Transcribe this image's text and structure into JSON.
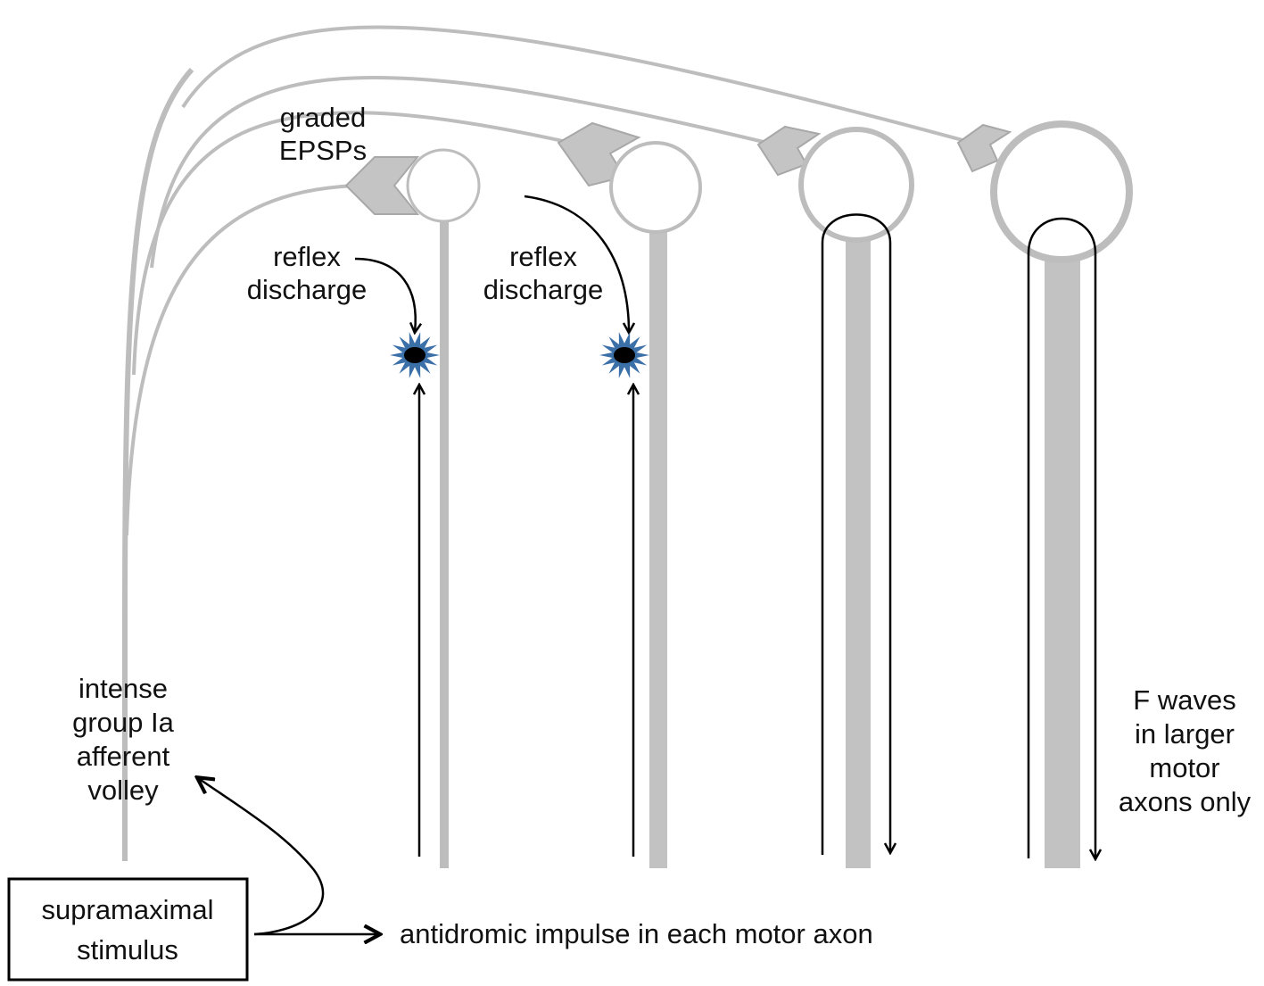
{
  "labels": {
    "graded_epsps_line1": "graded",
    "graded_epsps_line2": "EPSPs",
    "reflex_discharge_1_line1": "reflex",
    "reflex_discharge_1_line2": "discharge",
    "reflex_discharge_2_line1": "reflex",
    "reflex_discharge_2_line2": "discharge",
    "afferent_line1": "intense",
    "afferent_line2": "group Ia",
    "afferent_line3": "afferent",
    "afferent_line4": "volley",
    "f_waves_line1": "F waves",
    "f_waves_line2": "in larger",
    "f_waves_line3": "motor",
    "f_waves_line4": "axons only",
    "stimulus_line1": "supramaximal",
    "stimulus_line2": "stimulus",
    "antidromic": "antidromic impulse in each motor axon"
  },
  "colors": {
    "neuron_gray": "#bdbdbd",
    "axon_fill": "#c2c2c2",
    "synapse_fill": "#c4c4c4",
    "arrow": "#000000",
    "spark_blue": "#3a6fa8",
    "spark_core": "#000000"
  },
  "icons": {
    "spark": "action-potential-burst-icon",
    "synapse": "synaptic-bouton-icon"
  }
}
